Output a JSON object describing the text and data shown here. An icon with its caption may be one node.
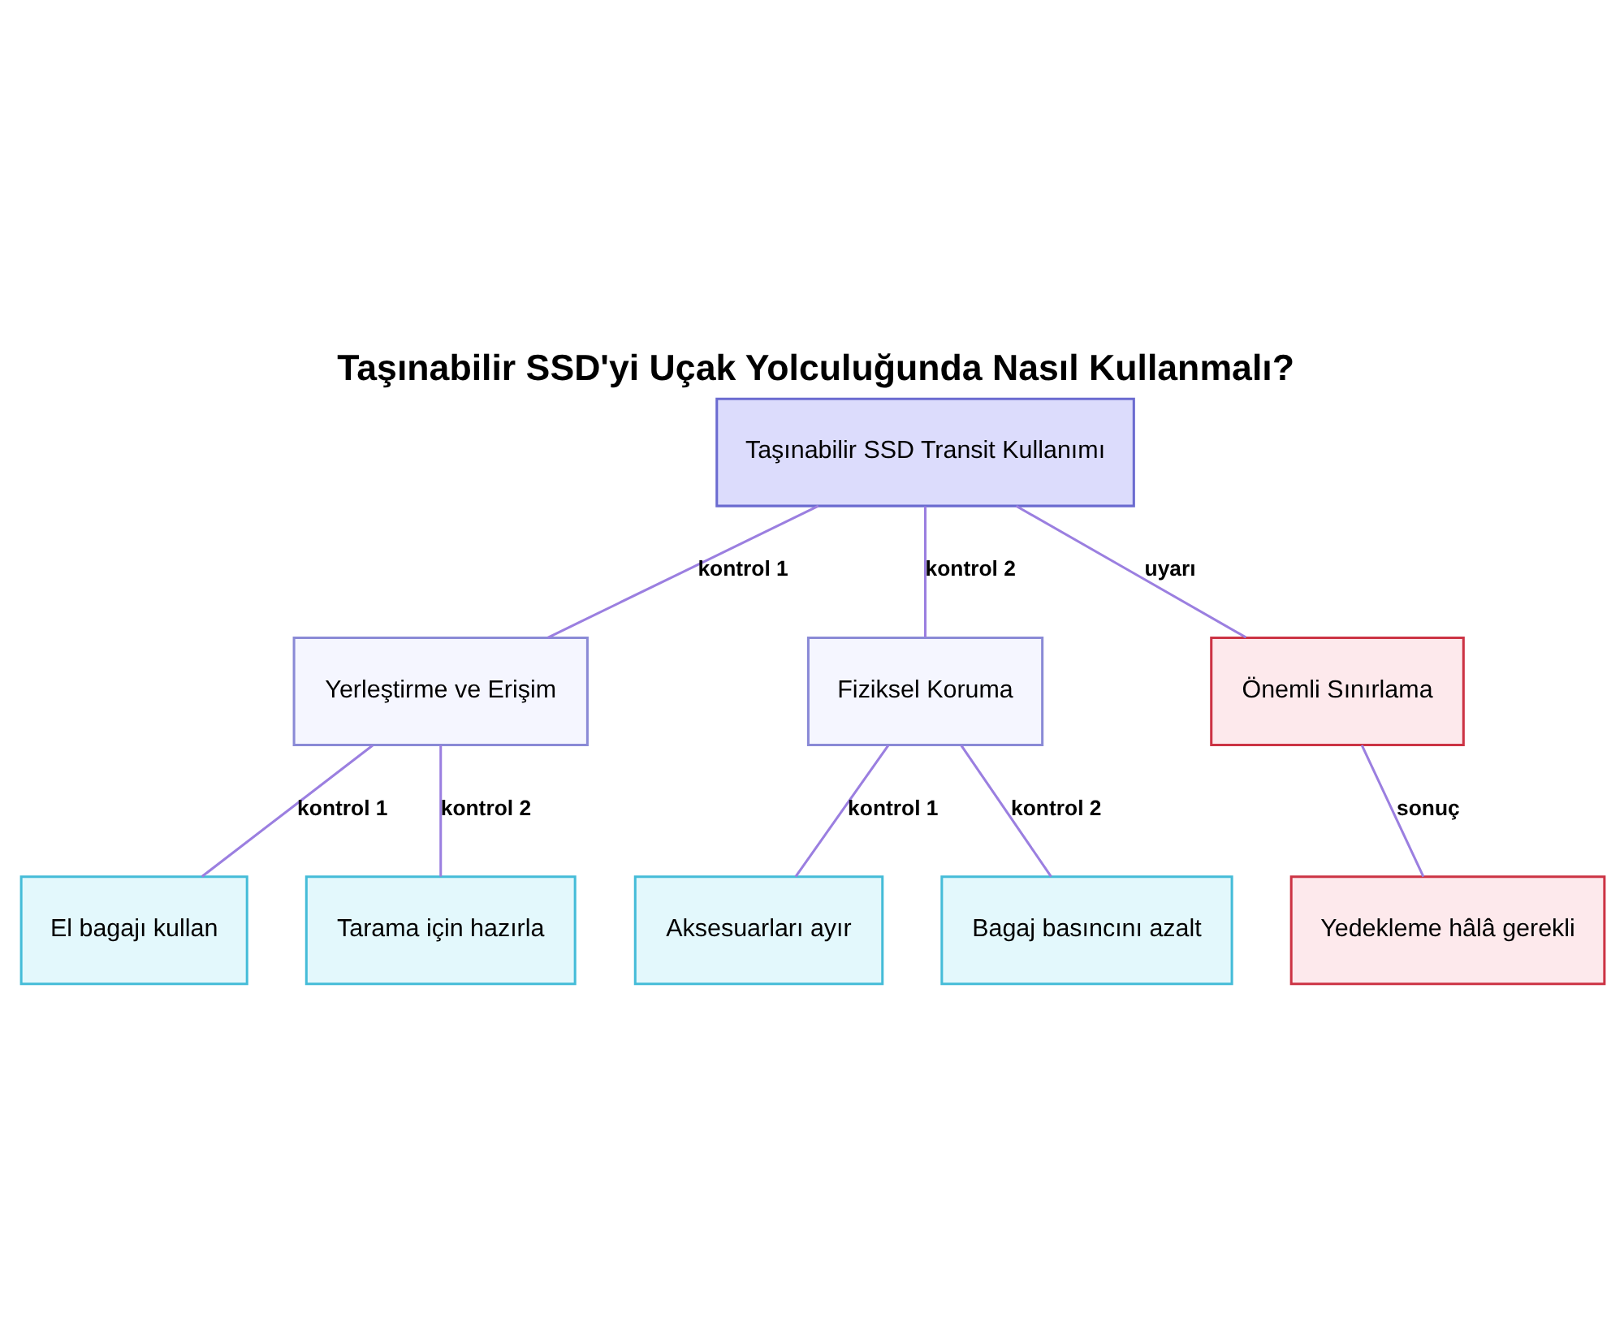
{
  "diagram": {
    "title": "Taşınabilir SSD'yi Uçak Yolculuğunda Nasıl Kullanmalı?",
    "nodes": [
      {
        "text": [
          "Taşınabilir SSD Transit Kullanımı"
        ]
      },
      {
        "text": [
          "Yerleştirme ve Erişim"
        ]
      },
      {
        "text": [
          "Fiziksel Koruma"
        ]
      },
      {
        "text": [
          "Önemli Sınırlama"
        ]
      },
      {
        "text": [
          "El bagajı kullan"
        ]
      },
      {
        "text": [
          "Tarama için hazırla"
        ]
      },
      {
        "text": [
          "Aksesuarları ayır"
        ]
      },
      {
        "text": [
          "Bagaj basıncını azalt"
        ]
      },
      {
        "text": [
          "Yedekleme hâlâ gerekli"
        ]
      }
    ],
    "edges": [
      {
        "from": 0,
        "to": 1,
        "arrow": "none",
        "label": "kontrol 1"
      },
      {
        "from": 0,
        "to": 2,
        "arrow": "none",
        "label": "kontrol 2"
      },
      {
        "from": 0,
        "to": 3,
        "arrow": "none",
        "label": "uyarı"
      },
      {
        "from": 1,
        "to": 4,
        "arrow": "none",
        "label": "kontrol 1"
      },
      {
        "from": 1,
        "to": 5,
        "arrow": "none",
        "label": "kontrol 2"
      },
      {
        "from": 2,
        "to": 6,
        "arrow": "none",
        "label": "kontrol 1"
      },
      {
        "from": 2,
        "to": 7,
        "arrow": "none",
        "label": "kontrol 2"
      },
      {
        "from": 3,
        "to": 8,
        "arrow": "none",
        "label": "sonuç"
      }
    ]
  }
}
